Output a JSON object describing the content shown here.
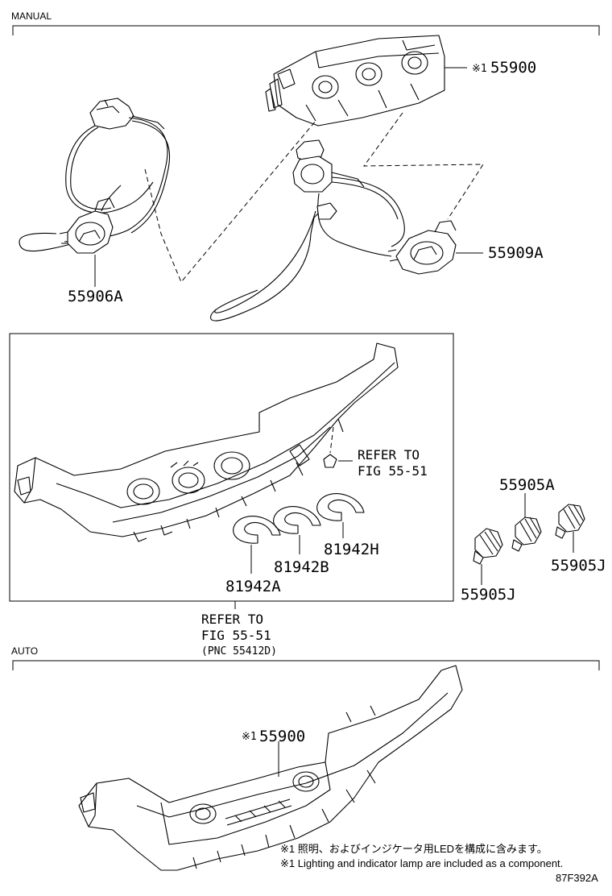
{
  "sections": {
    "manual": "MANUAL",
    "auto": "AUTO"
  },
  "labels": {
    "mark": "※1",
    "p55900": "55900",
    "p55909A": "55909A",
    "p55906A": "55906A",
    "p55905A": "55905A",
    "p55905J": "55905J",
    "p81942H": "81942H",
    "p81942B": "81942B",
    "p81942A": "81942A"
  },
  "refs": {
    "clip": {
      "line1": "REFER TO",
      "line2": "FIG 55-51"
    },
    "panel": {
      "line1": "REFER TO",
      "line2": "FIG 55-51",
      "line3": "(PNC 55412D)"
    }
  },
  "footnotes": {
    "japanese": "※1 照明、およびインジケータ用LEDを構成に含みます。",
    "english": "※1 Lighting and indicator lamp are included as a component.",
    "figure_code": "87F392A"
  }
}
